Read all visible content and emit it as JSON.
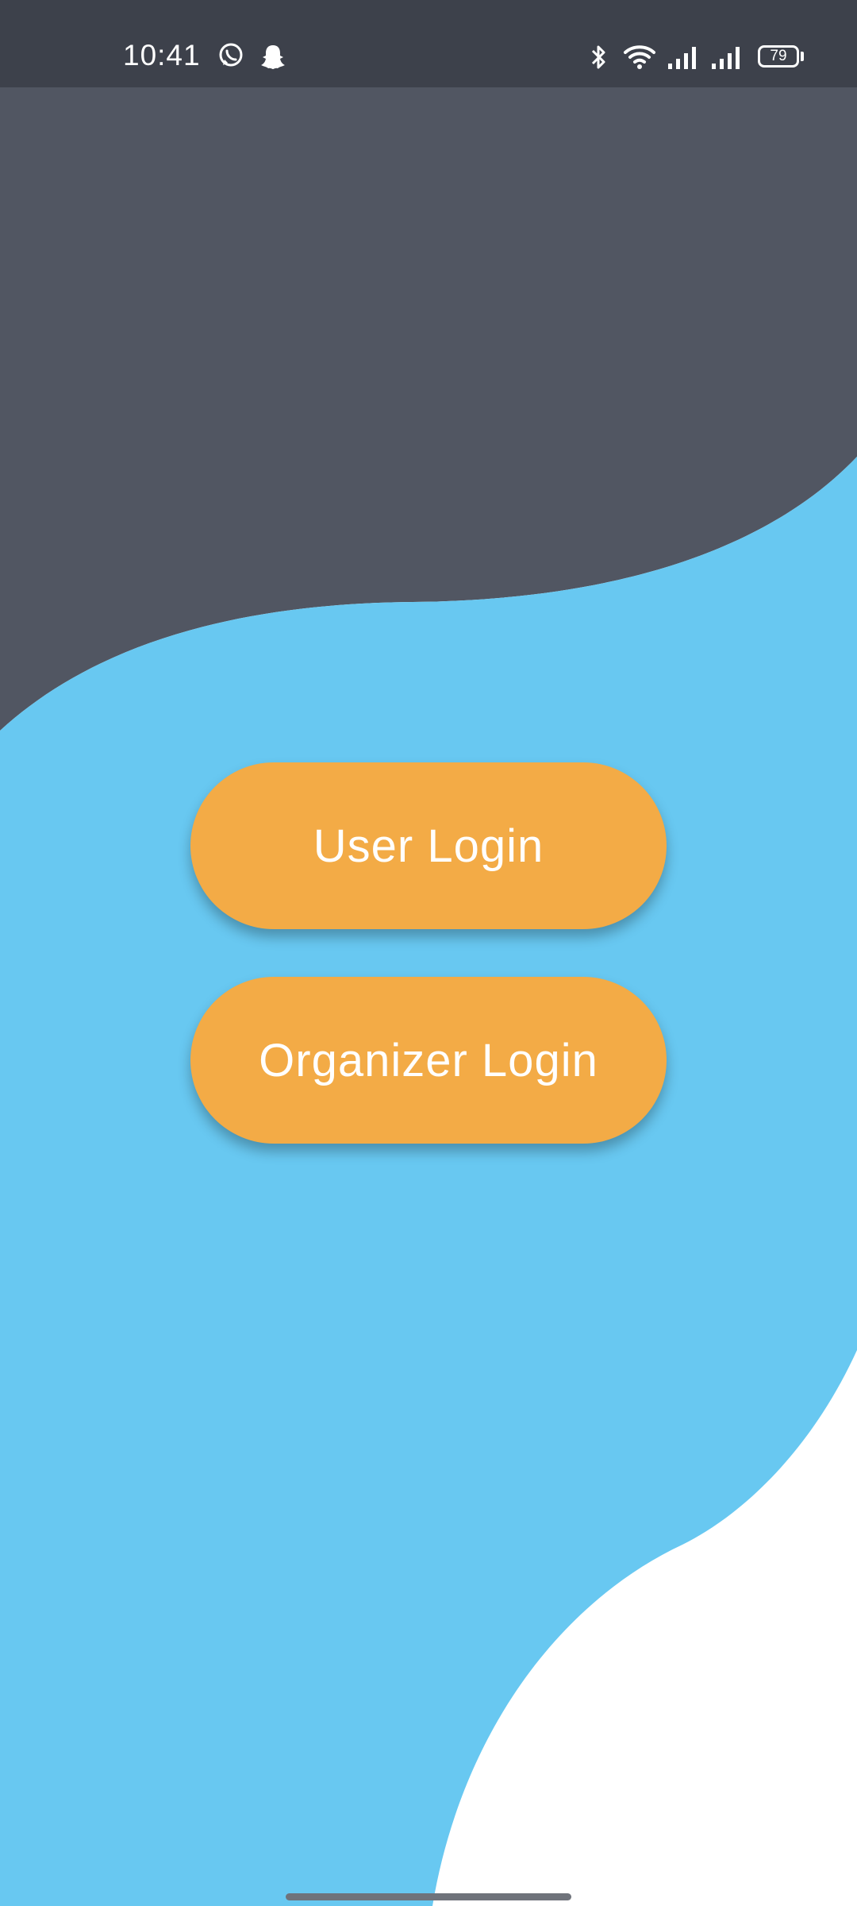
{
  "status_bar": {
    "time": "10:41",
    "battery_level": "79",
    "notification_icons": [
      "whatsapp-icon",
      "snapchat-icon"
    ],
    "system_icons": [
      "bluetooth-icon",
      "wifi-icon",
      "signal-icon",
      "signal-icon"
    ]
  },
  "buttons": {
    "user_login": "User Login",
    "organizer_login": "Organizer Login"
  },
  "colors": {
    "status_bar": "#3d414b",
    "dark_wave": "#515662",
    "blue_wave": "#68c8f1",
    "button": "#f3ab46",
    "button_text": "#ffffff",
    "bottom_area": "#ffffff"
  }
}
